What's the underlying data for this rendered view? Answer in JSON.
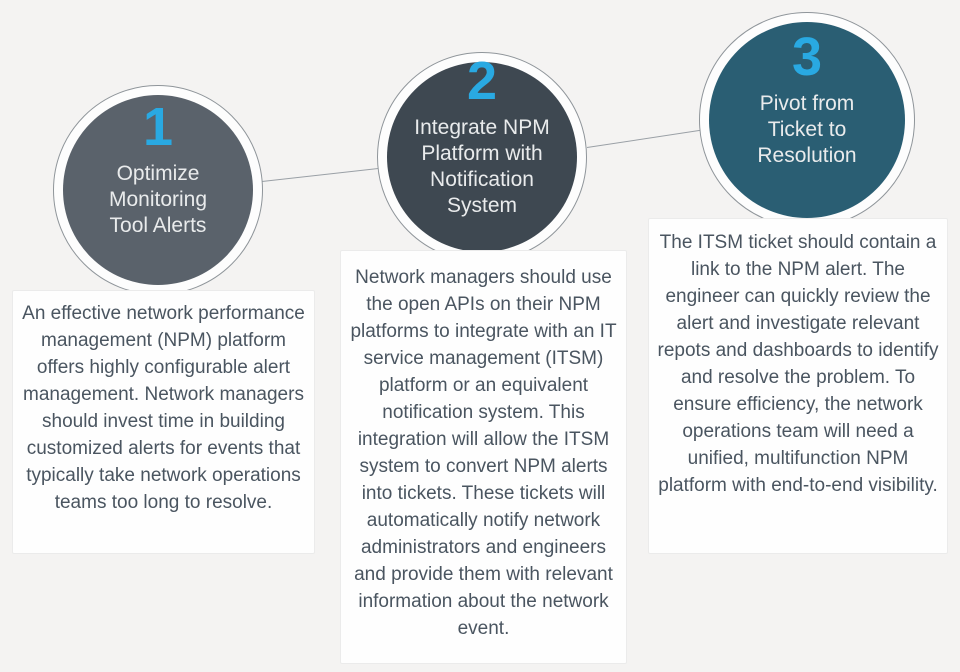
{
  "colors": {
    "background": "#f4f3f2",
    "number_accent": "#29a9e2",
    "circle_text": "#e9ebec",
    "body_text": "#4a5560",
    "connector_line": "#9aa0a6"
  },
  "steps": [
    {
      "number": "1",
      "title": "Optimize Monitoring Tool Alerts",
      "description": "An effective network performance management (NPM) platform offers highly configurable alert management. Network managers should invest time in building customized alerts for events that typically take network operations teams too long to resolve.",
      "circle_color": "#5a626b"
    },
    {
      "number": "2",
      "title": "Integrate NPM Platform with Notification System",
      "description": "Network managers should use the open APIs on their NPM platforms to integrate with an IT service management (ITSM) platform or an equivalent notification system. This integration will allow the ITSM system to convert NPM alerts into tickets. These tickets will automatically notify network administrators and engineers and provide them with relevant information about the network event.",
      "circle_color": "#3e4851"
    },
    {
      "number": "3",
      "title": "Pivot from Ticket to Resolution",
      "description": "The ITSM ticket should contain a link to the NPM alert. The engineer can quickly review the alert and investigate relevant repots and dashboards to identify and resolve the problem. To ensure efficiency, the network operations team will need a unified, multifunction NPM platform with end-to-end visibility.",
      "circle_color": "#2a5e73"
    }
  ]
}
